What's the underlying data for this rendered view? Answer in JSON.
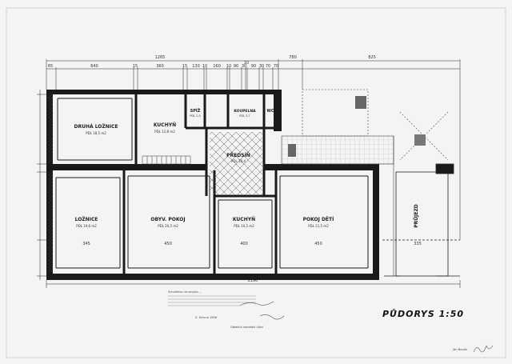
{
  "title": "PŮDORYS 1:50",
  "top_dimensions": {
    "overall": [
      "1265",
      "780",
      "825"
    ],
    "segments": [
      "65",
      "640",
      "15",
      "360",
      "15",
      "130",
      "10",
      "160",
      "10",
      "90",
      "30",
      "10",
      "90",
      "30",
      "70",
      "70"
    ]
  },
  "bottom_dimension": "2190",
  "rooms": [
    {
      "name": "DRUHÁ LOŽNICE",
      "area": "PDL 18,5 m2"
    },
    {
      "name": "KUCHYŇ",
      "area": "PDL 12,8 m2"
    },
    {
      "name": "SPÍŽ",
      "area": "PDL 2,0"
    },
    {
      "name": "KOUPELNA",
      "area": "PDL 3,7"
    },
    {
      "name": "WC",
      "area": ""
    },
    {
      "name": "PŘEDSÍŇ",
      "area": "PDL 10,4"
    },
    {
      "name": "LOŽNICE",
      "area": "PDL 19,6 m2"
    },
    {
      "name": "OBYV. POKOJ",
      "area": "PDL 20,5 m2"
    },
    {
      "name": "KUCHYŇ",
      "area": "PDL 10,5 m2"
    },
    {
      "name": "POKOJ DĚTÍ",
      "area": "PDL 21,5 m2"
    },
    {
      "name": "PRŮJEZD",
      "area": ""
    }
  ],
  "room_dims": [
    "345",
    "450",
    "400",
    "450",
    "335"
  ],
  "notes": {
    "approval": "Schváleno ve smyslu ...",
    "stamp_date": "5. června 1956",
    "stamp_office": "Oblastní stavební úřad",
    "signature": "Jan Novák"
  },
  "colors": {
    "line": "#1a1a1a",
    "paper": "#f4f4f2",
    "hatch": "#555555"
  }
}
